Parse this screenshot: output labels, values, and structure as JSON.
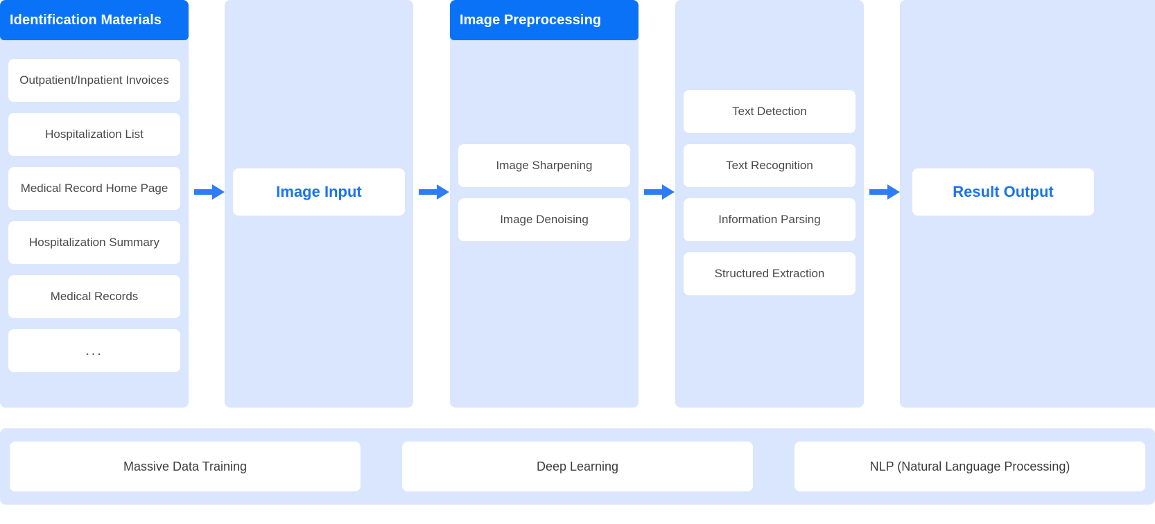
{
  "diagram": {
    "title_bar_color": "#0a72f7",
    "column_bg_color": "#d9e6fd",
    "card_bg_color": "#ffffff",
    "accent_text_color": "#1a73f0",
    "arrow_color": "#2f7cf6",
    "columns": [
      {
        "id": "identification-materials",
        "header": "Identification Materials",
        "has_header": true,
        "items": [
          "Outpatient/Inpatient Invoices",
          "Hospitalization List",
          "Medical Record Home Page",
          "Hospitalization Summary",
          "Medical Records",
          "..."
        ]
      },
      {
        "id": "image-input",
        "header": "",
        "has_header": false,
        "items": [
          "Image Input"
        ]
      },
      {
        "id": "image-preprocessing",
        "header": "Image Preprocessing",
        "has_header": true,
        "items": [
          "Image Sharpening",
          "Image Denoising"
        ]
      },
      {
        "id": "recognition",
        "header": "",
        "has_header": false,
        "items": [
          "Text Detection",
          "Text Recognition",
          "Information Parsing",
          "Structured Extraction"
        ]
      },
      {
        "id": "result-output",
        "header": "",
        "has_header": false,
        "items": [
          "Result Output"
        ]
      }
    ],
    "arrows": [
      {
        "id": "arrow-1",
        "icon": "arrow-right-icon"
      },
      {
        "id": "arrow-2",
        "icon": "arrow-right-icon"
      },
      {
        "id": "arrow-3",
        "icon": "arrow-right-icon"
      },
      {
        "id": "arrow-4",
        "icon": "arrow-right-icon"
      }
    ],
    "foundation": {
      "items": [
        "Massive Data Training",
        "Deep Learning",
        "NLP (Natural Language Processing)"
      ]
    }
  }
}
